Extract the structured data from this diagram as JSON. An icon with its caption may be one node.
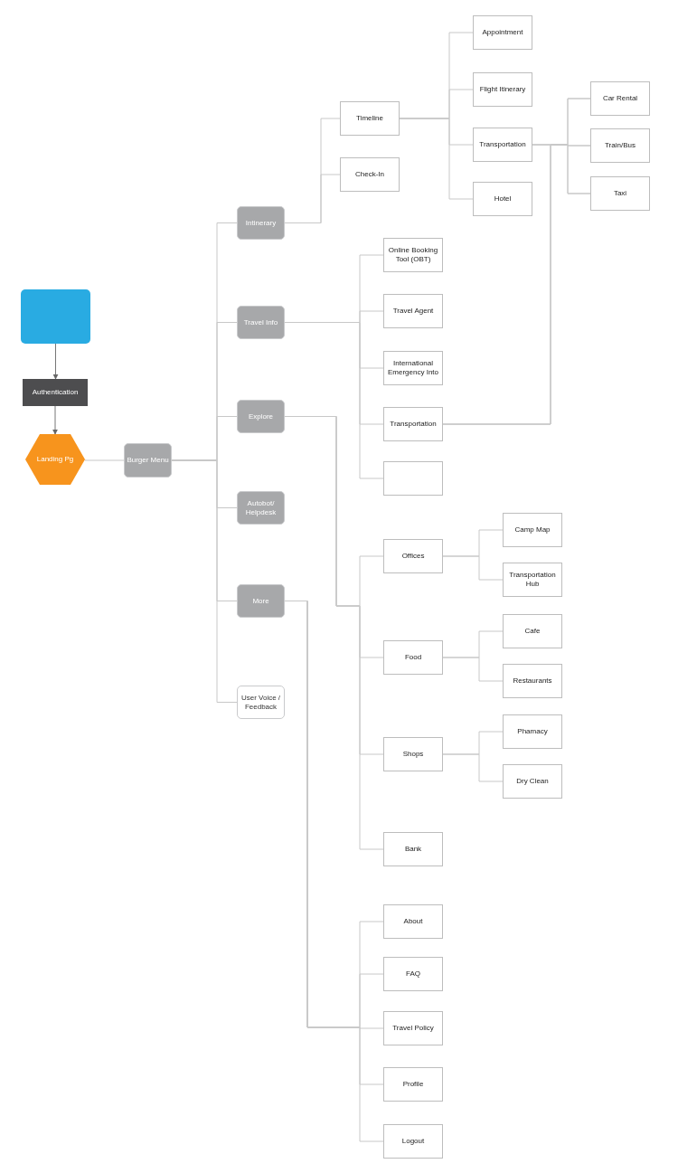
{
  "diagram": {
    "nodes": [
      {
        "text": [],
        "shape": "box"
      },
      {
        "text": [
          "Authentication"
        ]
      },
      {
        "text": [
          "Landing Pg"
        ]
      },
      {
        "text": [
          "Burger Menu"
        ]
      },
      {
        "text": [
          "Intinerary"
        ]
      },
      {
        "text": [
          "Travel Info"
        ]
      },
      {
        "text": [
          "Explore"
        ]
      },
      {
        "text": [
          "Autobot/ Helpdesk"
        ]
      },
      {
        "text": [
          "More"
        ]
      },
      {
        "text": [
          "User Voice / Feedback"
        ]
      },
      {
        "text": [
          "Timeline"
        ]
      },
      {
        "text": [
          "Check-In"
        ]
      },
      {
        "text": [
          "Appointment"
        ]
      },
      {
        "text": [
          "Flight Itinerary"
        ]
      },
      {
        "text": [
          "Transportation"
        ]
      },
      {
        "text": [
          "Hotel"
        ]
      },
      {
        "text": [
          "Car Rental"
        ]
      },
      {
        "text": [
          "Train/Bus"
        ]
      },
      {
        "text": [
          "Taxi"
        ]
      },
      {
        "text": [
          "Online Booking Tool (OBT)"
        ]
      },
      {
        "text": [
          "Travel Agent"
        ]
      },
      {
        "text": [
          "International Emergency Into"
        ]
      },
      {
        "text": [
          "Transportation"
        ]
      },
      {
        "text": [],
        "shape": "box"
      },
      {
        "text": [
          "Offices"
        ]
      },
      {
        "text": [
          "Camp Map"
        ]
      },
      {
        "text": [
          "Transportation Hub"
        ]
      },
      {
        "text": [
          "Food"
        ]
      },
      {
        "text": [
          "Cafe"
        ]
      },
      {
        "text": [
          "Restaurants"
        ]
      },
      {
        "text": [
          "Shops"
        ]
      },
      {
        "text": [
          "Phamacy"
        ]
      },
      {
        "text": [
          "Dry Clean"
        ]
      },
      {
        "text": [
          "Bank"
        ]
      },
      {
        "text": [
          "About"
        ]
      },
      {
        "text": [
          "FAQ"
        ]
      },
      {
        "text": [
          "Travel Policy"
        ]
      },
      {
        "text": [
          "Profile"
        ]
      },
      {
        "text": [
          "Logout"
        ]
      }
    ],
    "edges": [
      {
        "from": 0,
        "to": 1,
        "arrow": "to"
      },
      {
        "from": 1,
        "to": 2,
        "arrow": "to"
      },
      {
        "from": 2,
        "to": 3,
        "arrow": "none"
      },
      {
        "from": 3,
        "to": 4,
        "arrow": "none"
      },
      {
        "from": 3,
        "to": 5,
        "arrow": "none"
      },
      {
        "from": 3,
        "to": 6,
        "arrow": "none"
      },
      {
        "from": 3,
        "to": 7,
        "arrow": "none"
      },
      {
        "from": 3,
        "to": 8,
        "arrow": "none"
      },
      {
        "from": 3,
        "to": 9,
        "arrow": "none"
      },
      {
        "from": 4,
        "to": 10,
        "arrow": "none"
      },
      {
        "from": 4,
        "to": 11,
        "arrow": "none"
      },
      {
        "from": 10,
        "to": 12,
        "arrow": "none"
      },
      {
        "from": 10,
        "to": 13,
        "arrow": "none"
      },
      {
        "from": 10,
        "to": 14,
        "arrow": "none"
      },
      {
        "from": 10,
        "to": 15,
        "arrow": "none"
      },
      {
        "from": 14,
        "to": 16,
        "arrow": "none"
      },
      {
        "from": 14,
        "to": 17,
        "arrow": "none"
      },
      {
        "from": 14,
        "to": 18,
        "arrow": "none"
      },
      {
        "from": 5,
        "to": 19,
        "arrow": "none"
      },
      {
        "from": 5,
        "to": 20,
        "arrow": "none"
      },
      {
        "from": 5,
        "to": 21,
        "arrow": "none"
      },
      {
        "from": 5,
        "to": 22,
        "arrow": "none"
      },
      {
        "from": 5,
        "to": 23,
        "arrow": "none"
      },
      {
        "from": 22,
        "to": 16,
        "arrow": "none"
      },
      {
        "from": 22,
        "to": 17,
        "arrow": "none"
      },
      {
        "from": 22,
        "to": 18,
        "arrow": "none"
      },
      {
        "from": 6,
        "to": 24,
        "arrow": "none"
      },
      {
        "from": 6,
        "to": 27,
        "arrow": "none"
      },
      {
        "from": 6,
        "to": 30,
        "arrow": "none"
      },
      {
        "from": 6,
        "to": 33,
        "arrow": "none"
      },
      {
        "from": 24,
        "to": 25,
        "arrow": "none"
      },
      {
        "from": 24,
        "to": 26,
        "arrow": "none"
      },
      {
        "from": 27,
        "to": 28,
        "arrow": "none"
      },
      {
        "from": 27,
        "to": 29,
        "arrow": "none"
      },
      {
        "from": 30,
        "to": 31,
        "arrow": "none"
      },
      {
        "from": 30,
        "to": 32,
        "arrow": "none"
      },
      {
        "from": 8,
        "to": 34,
        "arrow": "none"
      },
      {
        "from": 8,
        "to": 35,
        "arrow": "none"
      },
      {
        "from": 8,
        "to": 36,
        "arrow": "none"
      },
      {
        "from": 8,
        "to": 37,
        "arrow": "none"
      },
      {
        "from": 8,
        "to": 38,
        "arrow": "none"
      }
    ]
  }
}
